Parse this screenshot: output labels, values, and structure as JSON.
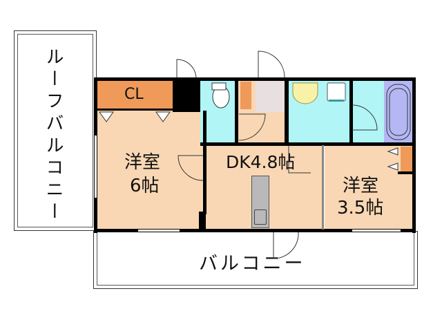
{
  "floorplan": {
    "rooms": {
      "roof_balcony": {
        "label": "ルーフバルコニー"
      },
      "closet": {
        "label": "CL"
      },
      "western_room_1": {
        "label_line1": "洋室",
        "label_line2": "6帖"
      },
      "dining_kitchen": {
        "label": "DK4.8帖"
      },
      "western_room_2": {
        "label_line1": "洋室",
        "label_line2": "3.5帖"
      },
      "balcony": {
        "label": "バルコニー"
      }
    },
    "colors": {
      "room_floor": "#f9d7b4",
      "closet": "#ef9a59",
      "wet_area": "#b1f5f7",
      "bathtub": "#b4b7f4",
      "entrance_floor": "#e8e0e0",
      "kitchen_counter": "#b9b9b9",
      "walls": "#000000"
    }
  }
}
